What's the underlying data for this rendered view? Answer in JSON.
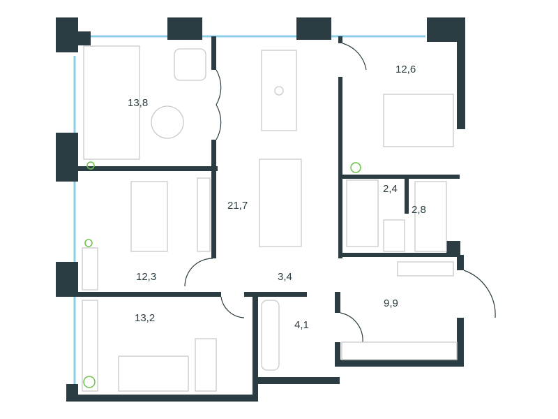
{
  "plan": {
    "rooms": [
      {
        "id": "living",
        "area": "13,8"
      },
      {
        "id": "bedroom-ne",
        "area": "12,6"
      },
      {
        "id": "kitchen",
        "area": "21,7"
      },
      {
        "id": "bath-small",
        "area": "2,4"
      },
      {
        "id": "wc",
        "area": "2,8"
      },
      {
        "id": "bedroom-w",
        "area": "12,3"
      },
      {
        "id": "hall",
        "area": "3,4"
      },
      {
        "id": "entry",
        "area": "9,9"
      },
      {
        "id": "bedroom-sw",
        "area": "13,2"
      },
      {
        "id": "bath",
        "area": "4,1"
      }
    ],
    "colors": {
      "wall": "#2b3d42",
      "window": "#8ccde8",
      "furniture": "#c9c9c9",
      "plant": "#6cc24a"
    }
  }
}
